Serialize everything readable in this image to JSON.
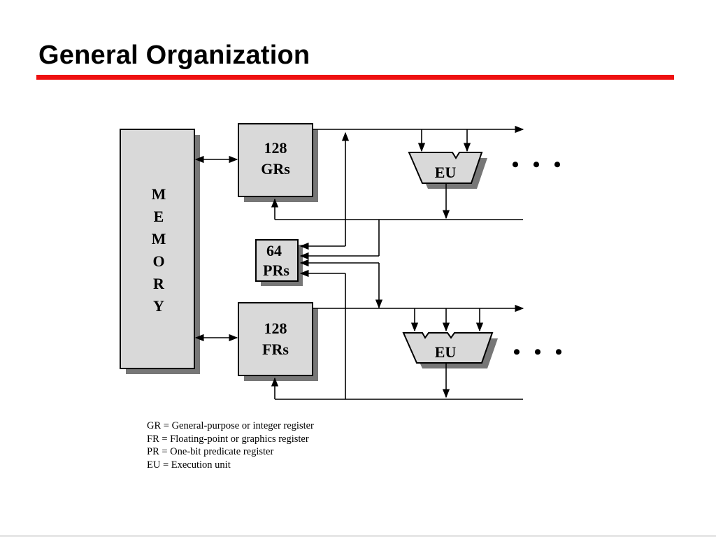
{
  "slide": {
    "title": "General Organization"
  },
  "diagram": {
    "memory_letters": [
      "M",
      "E",
      "M",
      "O",
      "R",
      "Y"
    ],
    "gr_box": {
      "line1": "128",
      "line2": "GRs"
    },
    "pr_box": {
      "line1": "64",
      "line2": "PRs"
    },
    "fr_box": {
      "line1": "128",
      "line2": "FRs"
    },
    "eu_top_label": "EU",
    "eu_bottom_label": "EU",
    "ellipsis_glyph": "• • •"
  },
  "legend": [
    "GR = General-purpose or integer register",
    "FR = Floating-point or graphics register",
    "PR = One-bit predicate register",
    "EU = Execution unit"
  ],
  "colors": {
    "title_rule": "#ee1111",
    "box_fill": "#d9d9d9",
    "shadow": "#777777"
  }
}
